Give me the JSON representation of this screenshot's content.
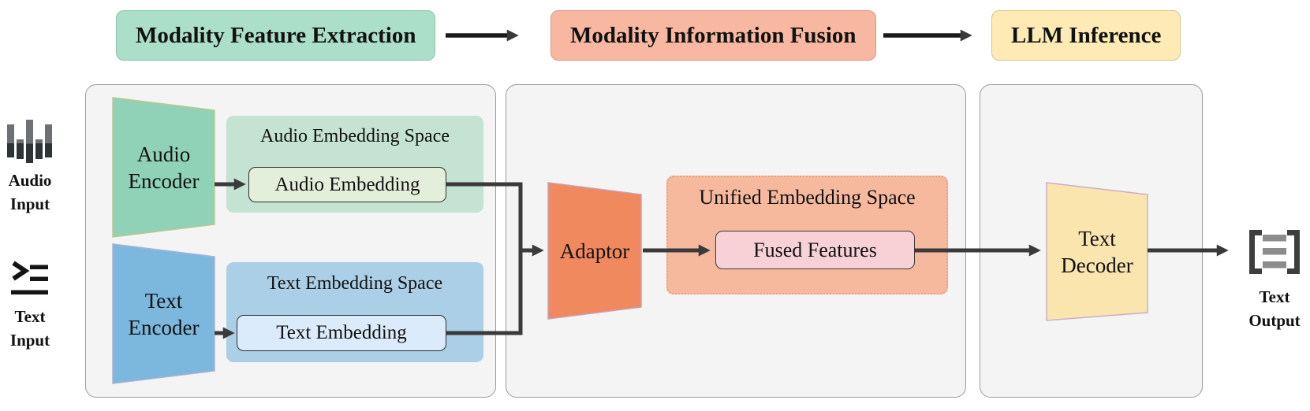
{
  "header": {
    "stages": [
      {
        "label": "Modality Feature Extraction",
        "color": "#abdfc9"
      },
      {
        "label": "Modality Information Fusion",
        "color": "#f7b7a1"
      },
      {
        "label": "LLM Inference",
        "color": "#fdeab5"
      }
    ]
  },
  "io": {
    "audio_input": {
      "line1": "Audio",
      "line2": "Input"
    },
    "text_input": {
      "line1": "Text",
      "line2": "Input"
    },
    "text_output": {
      "line1": "Text",
      "line2": "Output"
    }
  },
  "extraction": {
    "audio_encoder": {
      "line1": "Audio",
      "line2": "Encoder"
    },
    "audio_space_title": "Audio Embedding Space",
    "audio_embedding": "Audio Embedding",
    "text_encoder": {
      "line1": "Text",
      "line2": "Encoder"
    },
    "text_space_title": "Text Embedding Space",
    "text_embedding": "Text Embedding"
  },
  "fusion": {
    "adaptor": "Adaptor",
    "space_title": "Unified Embedding Space",
    "fused_features": "Fused Features"
  },
  "inference": {
    "decoder": {
      "line1": "Text",
      "line2": "Decoder"
    }
  },
  "colors": {
    "audio_encoder_fill": "#8fd2b8",
    "audio_space_fill": "#c4e3d3",
    "audio_embedding_fill": "#e4efdb",
    "text_encoder_fill": "#7cb8dd",
    "text_space_fill": "#aacfe6",
    "text_embedding_fill": "#dcebfb",
    "adaptor_fill": "#f0895e",
    "unified_space_fill": "#f6b99e",
    "fused_features_fill": "#f7d1d6",
    "decoder_fill": "#f9e5ad",
    "panel_fill": "#f4f4f5",
    "arrow": "#3a3a3a"
  }
}
